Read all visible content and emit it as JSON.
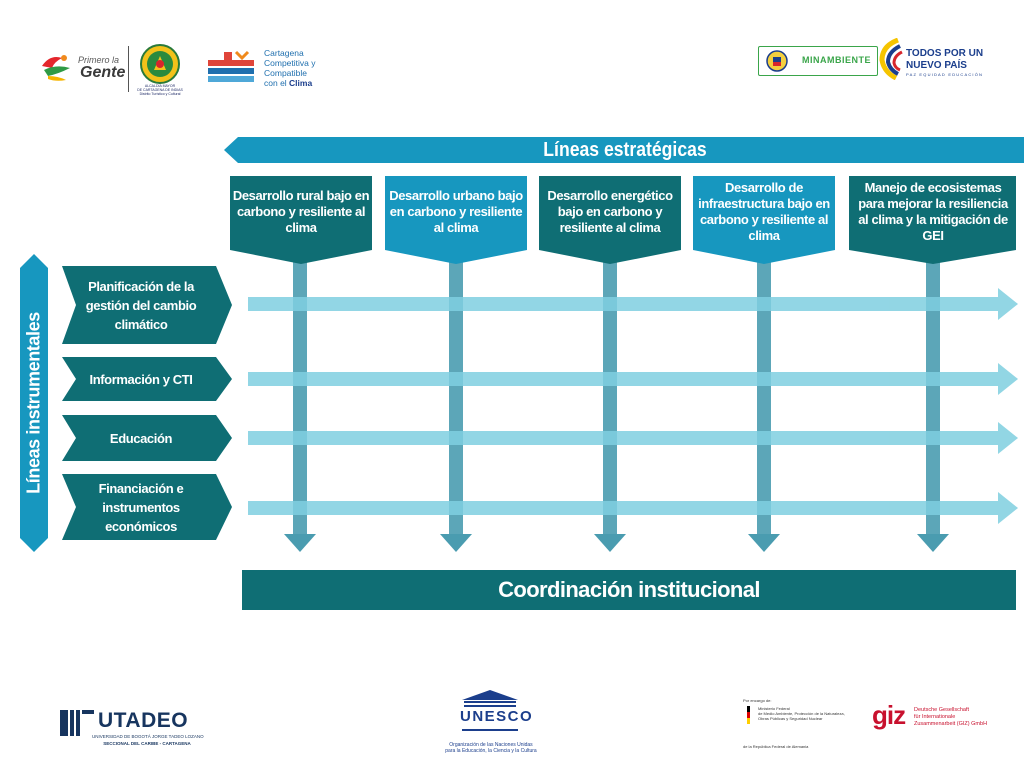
{
  "header": {
    "primero_la_gente": {
      "line1": "Primero la",
      "line2": "Gente"
    },
    "alcaldia": {
      "caption_line1": "ALCALDÍA MAYOR",
      "caption_line2": "DE CARTAGENA DE INDIAS",
      "caption_line3": "Distrito Turístico y Cultural"
    },
    "cartagena_clima": {
      "line1": "Cartagena",
      "line2": "Competitiva y",
      "line3": "Compatible",
      "line4_prefix": "con el ",
      "line4_bold": "Clima"
    },
    "minambiente": {
      "label": "MINAMBIENTE"
    },
    "todos_por_un_nuevo_pais": {
      "line1": "TODOS POR UN",
      "line2": "NUEVO PAÍS",
      "line3": "PAZ  EQUIDAD  EDUCACIÓN"
    }
  },
  "diagram": {
    "strategic_header": "Líneas estratégicas",
    "strategic_lines": [
      "Desarrollo rural bajo en carbono y resiliente al clima",
      "Desarrollo urbano bajo en carbono y resiliente al clima",
      "Desarrollo energético bajo en carbono y resiliente al clima",
      "Desarrollo de infraestructura bajo en carbono y resiliente al clima",
      "Manejo de ecosistemas para mejorar la resiliencia al clima y la mitigación de GEI"
    ],
    "instrumental_header": "Líneas instrumentales",
    "instrumental_lines": [
      "Planificación de la gestión del cambio climático",
      "Información y CTI",
      "Educación",
      "Financiación e instrumentos económicos"
    ],
    "coordination": "Coordinación institucional",
    "colors": {
      "dark_teal": "#0f6e74",
      "mid_blue": "#1797bf",
      "light_arrow": "#7fcfe0",
      "vertical_arrow": "#4a9cb0"
    }
  },
  "footer": {
    "utadeo": {
      "name": "UTADEO",
      "sub1": "UNIVERSIDAD DE BOGOTÁ JORGE TADEO LOZANO",
      "sub2": "SECCIONAL DEL CARIBE - CARTAGENA"
    },
    "unesco": {
      "name": "UNESCO",
      "sub1": "Organización de las Naciones Unidas",
      "sub2": "para la Educación, la Ciencia y la Cultura"
    },
    "bmz": {
      "intro": "Por encargo de:",
      "line1": "Ministerio Federal",
      "line2": "de Medio Ambiente, Protección de la Naturaleza,",
      "line3": "Obras Públicas y Seguridad Nuclear",
      "outro": "de la República Federal de Alemania"
    },
    "giz": {
      "name": "giz",
      "line1": "Deutsche Gesellschaft",
      "line2": "für Internationale",
      "line3": "Zusammenarbeit (GIZ) GmbH"
    }
  }
}
